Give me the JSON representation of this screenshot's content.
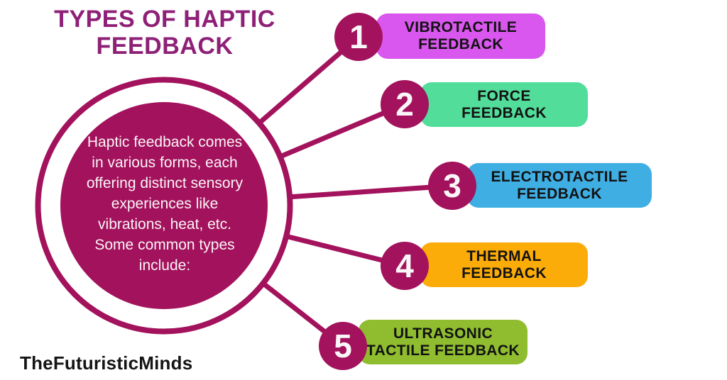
{
  "colors": {
    "accent": "#A3125C",
    "title": "#8E2077",
    "background": "#FFFFFF",
    "badge_text": "#121212",
    "number_text": "#FAF6F8"
  },
  "title": {
    "line1": "TYPES OF HAPTIC",
    "line2": "FEEDBACK"
  },
  "center": {
    "lines": [
      "Haptic feedback comes",
      "in various forms, each",
      "offering distinct sensory",
      "experiences like",
      "vibrations, heat, etc.",
      "Some common types",
      "include:"
    ]
  },
  "items": [
    {
      "number": "1",
      "label_line1": "VIBROTACTILE",
      "label_line2": "FEEDBACK",
      "color": "#D957EE"
    },
    {
      "number": "2",
      "label_line1": "FORCE",
      "label_line2": "FEEDBACK",
      "color": "#53DD9B"
    },
    {
      "number": "3",
      "label_line1": "ELECTROTACTILE",
      "label_line2": "FEEDBACK",
      "color": "#3FAEE3"
    },
    {
      "number": "4",
      "label_line1": "THERMAL",
      "label_line2": "FEEDBACK",
      "color": "#FCAC08"
    },
    {
      "number": "5",
      "label_line1": "ULTRASONIC",
      "label_line2": "TACTILE FEEDBACK",
      "color": "#8FBD2F"
    }
  ],
  "watermark": "TheFuturisticMinds"
}
